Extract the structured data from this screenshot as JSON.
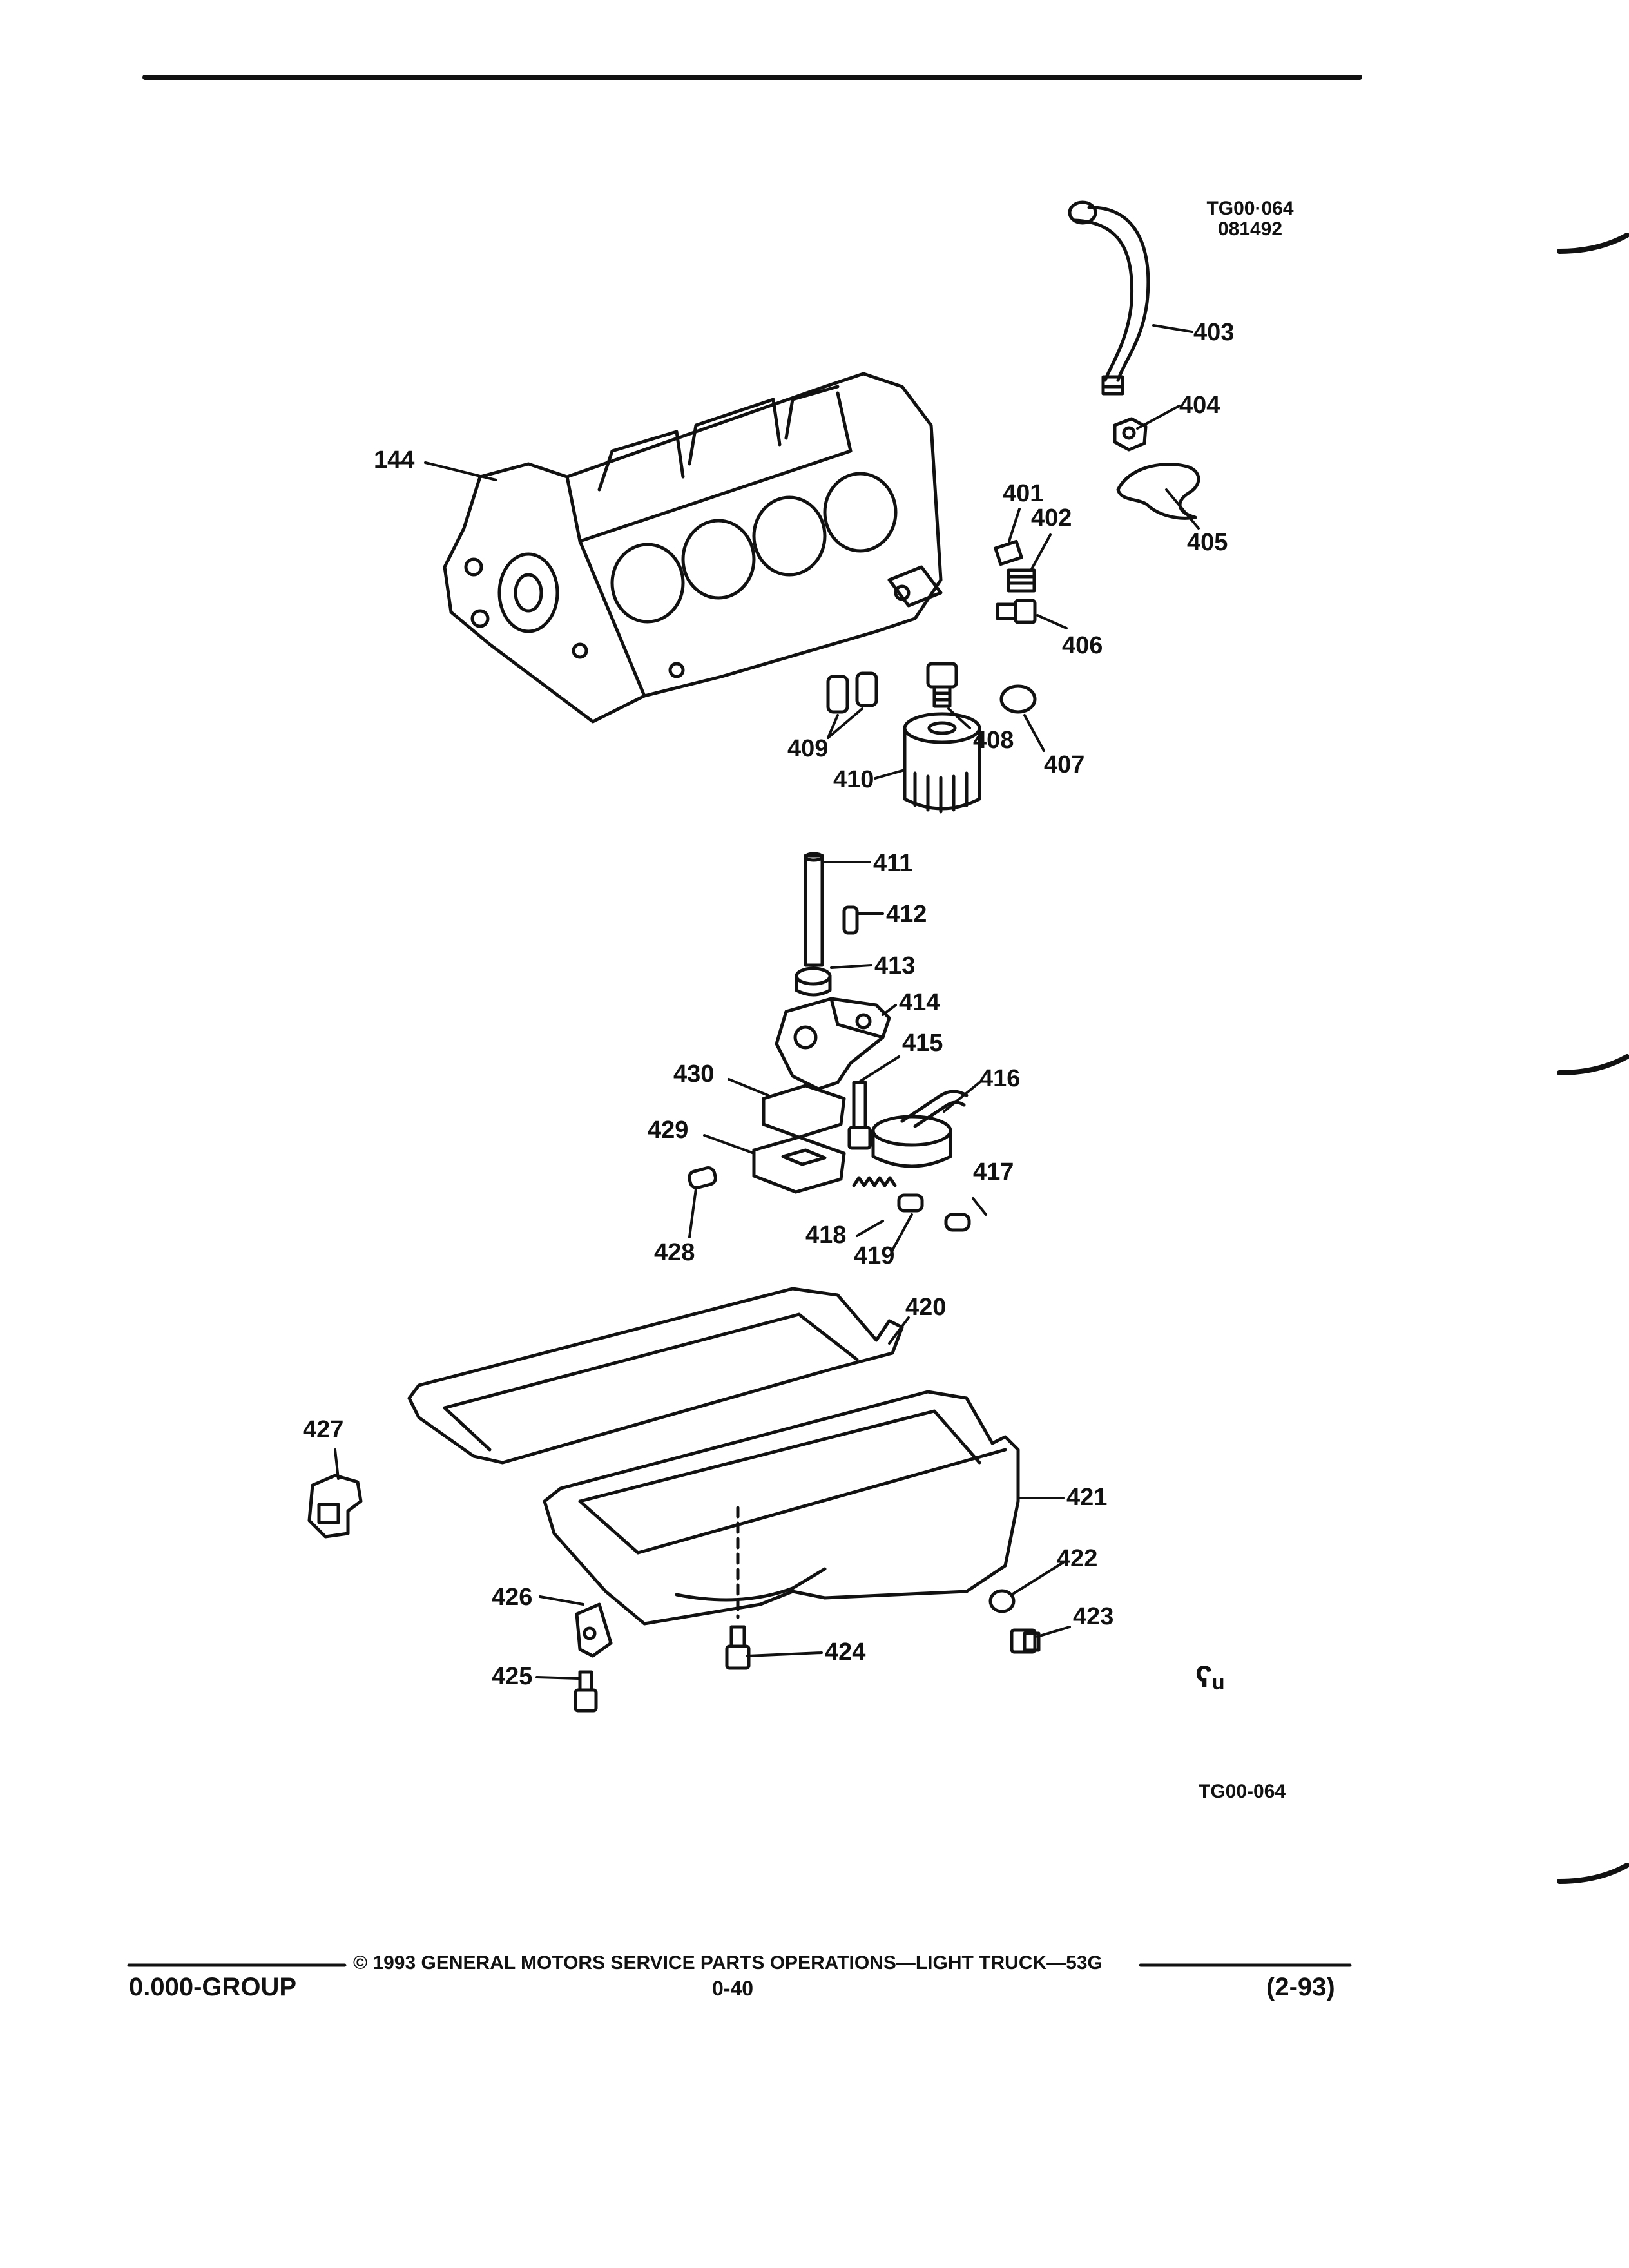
{
  "header": {
    "figure_code_top": "TG00·064",
    "figure_date": "081492"
  },
  "callouts": [
    {
      "id": "144",
      "label": "144"
    },
    {
      "id": "401",
      "label": "401"
    },
    {
      "id": "402",
      "label": "402"
    },
    {
      "id": "403",
      "label": "403"
    },
    {
      "id": "404",
      "label": "404"
    },
    {
      "id": "405",
      "label": "405"
    },
    {
      "id": "406",
      "label": "406"
    },
    {
      "id": "407",
      "label": "407"
    },
    {
      "id": "408",
      "label": "408"
    },
    {
      "id": "409",
      "label": "409"
    },
    {
      "id": "410",
      "label": "410"
    },
    {
      "id": "411",
      "label": "411"
    },
    {
      "id": "412",
      "label": "412"
    },
    {
      "id": "413",
      "label": "413"
    },
    {
      "id": "414",
      "label": "414"
    },
    {
      "id": "415",
      "label": "415"
    },
    {
      "id": "416",
      "label": "416"
    },
    {
      "id": "417",
      "label": "417"
    },
    {
      "id": "418",
      "label": "418"
    },
    {
      "id": "419",
      "label": "419"
    },
    {
      "id": "420",
      "label": "420"
    },
    {
      "id": "421",
      "label": "421"
    },
    {
      "id": "422",
      "label": "422"
    },
    {
      "id": "423",
      "label": "423"
    },
    {
      "id": "424",
      "label": "424"
    },
    {
      "id": "425",
      "label": "425"
    },
    {
      "id": "426",
      "label": "426"
    },
    {
      "id": "427",
      "label": "427"
    },
    {
      "id": "428",
      "label": "428"
    },
    {
      "id": "429",
      "label": "429"
    },
    {
      "id": "430",
      "label": "430"
    }
  ],
  "figure_code_bottom": "TG00-064",
  "footer": {
    "copyright": "© 1993 GENERAL MOTORS SERVICE PARTS OPERATIONS—LIGHT TRUCK—53G",
    "group": "0.000-GROUP",
    "page": "0-40",
    "revision": "(2-93)"
  },
  "icons": {
    "section_mark": "cu-symbol-icon"
  }
}
